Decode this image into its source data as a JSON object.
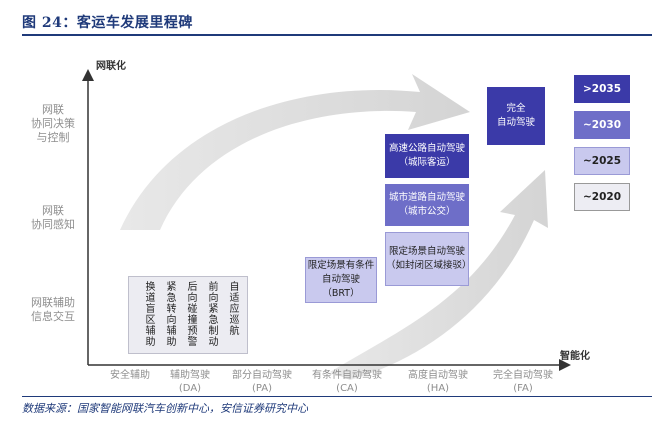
{
  "figure_title": "图 24：客运车发展里程碑",
  "source": "数据来源：国家智能网联汽车创新中心，安信证券研究中心",
  "axes": {
    "y_name": "网联化",
    "x_name": "智能化"
  },
  "y_levels": [
    {
      "line1": "网联",
      "line2": "协同决策",
      "line3": "与控制"
    },
    {
      "line1": "网联",
      "line2": "协同感知",
      "line3": ""
    },
    {
      "line1": "网联辅助",
      "line2": "信息交互",
      "line3": ""
    }
  ],
  "x_levels": [
    {
      "line1": "安全辅助",
      "line2": ""
    },
    {
      "line1": "辅助驾驶",
      "line2": "(DA)"
    },
    {
      "line1": "部分自动驾驶",
      "line2": "(PA)"
    },
    {
      "line1": "有条件自动驾驶",
      "line2": "(CA)"
    },
    {
      "line1": "高度自动驾驶",
      "line2": "(HA)"
    },
    {
      "line1": "完全自动驾驶",
      "line2": "(FA)"
    }
  ],
  "assist_columns": [
    "换道盲区辅助",
    "紧急转向辅助",
    "后向碰撞预警",
    "前向紧急制动",
    "自适应巡航"
  ],
  "milestones": {
    "brt": {
      "line1": "限定场景有条件",
      "line2": "自动驾驶（BRT）"
    },
    "closed": {
      "line1": "限定场景自动驾驶",
      "line2": "（如封闭区域接驳）"
    },
    "city": {
      "line1": "城市道路自动驾驶",
      "line2": "（城市公交）"
    },
    "highway": {
      "line1": "高速公路自动驾驶",
      "line2": "（城际客运）"
    },
    "full": {
      "line1": "完全",
      "line2": "自动驾驶"
    }
  },
  "legend": [
    ">2035",
    "~2030",
    "~2025",
    "~2020"
  ],
  "colors": {
    "accent": "#1f3a7a",
    "legend_2035": "#3b3aa8",
    "legend_2030": "#6e6ec8",
    "legend_2025": "#c9c9ee",
    "legend_2020": "#ededf3"
  }
}
